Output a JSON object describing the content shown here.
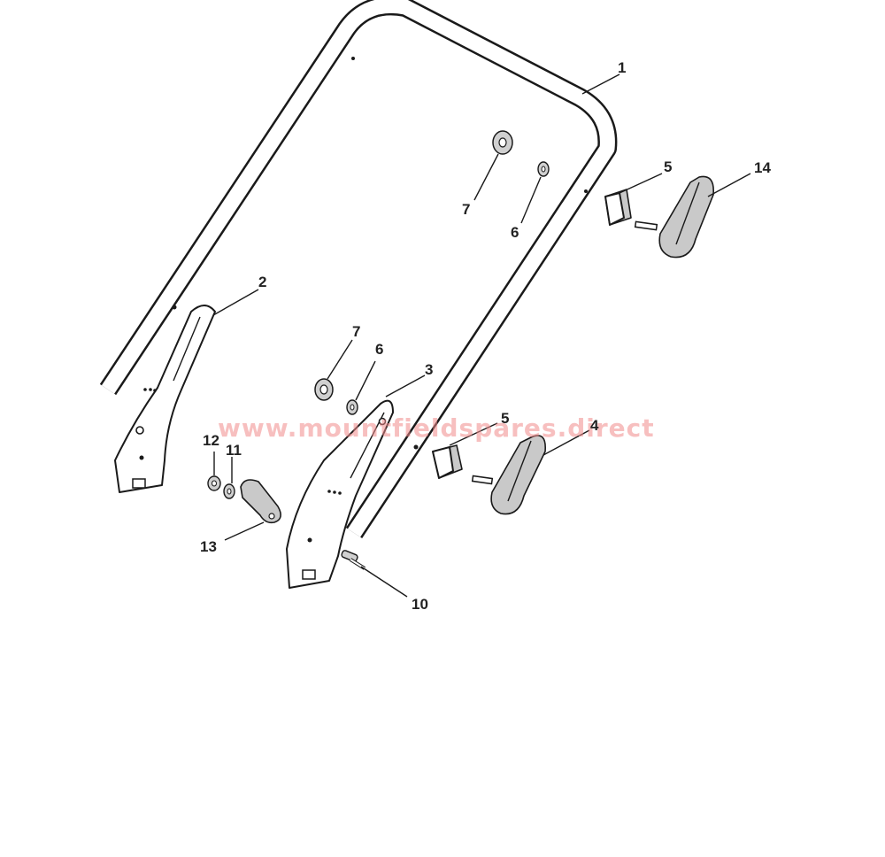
{
  "watermark": "www.mountfieldspares.direct",
  "callouts": {
    "c1": "1",
    "c2": "2",
    "c3": "3",
    "c4": "4",
    "c5a": "5",
    "c5b": "5",
    "c6a": "6",
    "c6b": "6",
    "c7a": "7",
    "c7b": "7",
    "c10": "10",
    "c11": "11",
    "c12": "12",
    "c13": "13",
    "c14": "14"
  }
}
